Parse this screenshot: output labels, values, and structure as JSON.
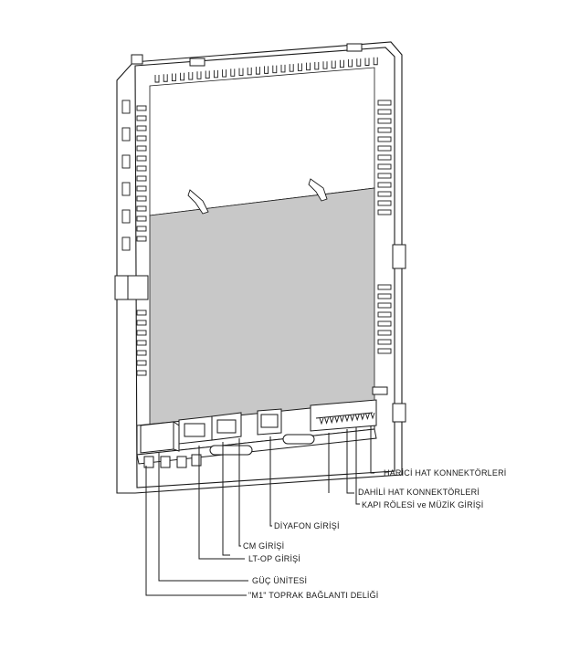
{
  "labels": {
    "harici": "HARİCİ HAT KONNEKTÖRLERİ",
    "dahili": "DAHİLİ HAT KONNEKTÖRLERİ",
    "kapi": "KAPI RÖLESİ ve MÜZİK GİRİŞİ",
    "diyafon": "DİYAFON GİRİŞİ",
    "cm": "CM GİRİŞİ",
    "ltop": "LT-OP GİRİŞİ",
    "guc": "GÜÇ ÜNİTESİ",
    "toprak": "\"M1\" TOPRAK BAĞLANTI DELİĞİ"
  },
  "colors": {
    "line": "#1a1a1a",
    "panel": "#c8c8c8",
    "frame": "#ffffff"
  }
}
